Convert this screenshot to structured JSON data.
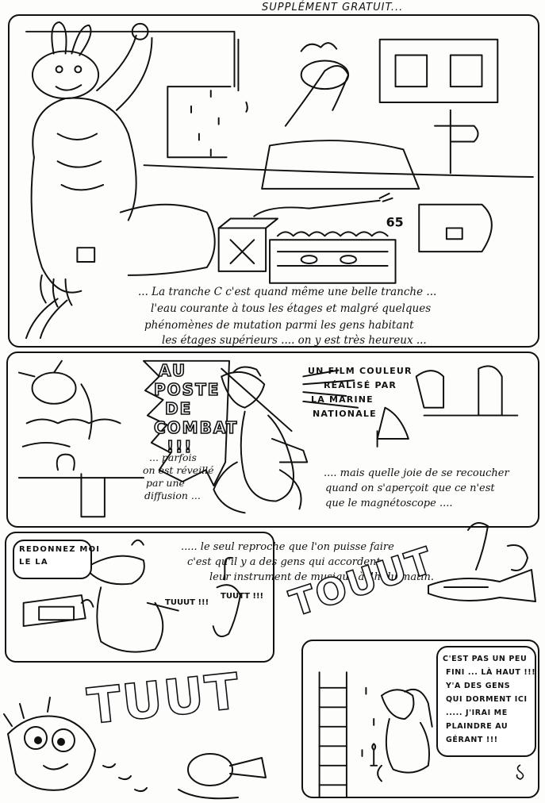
{
  "header": {
    "title": "SUPPLÉMENT GRATUIT..."
  },
  "panel1": {
    "number_label": "65",
    "caption_lines": [
      "... La tranche C c'est quand même une belle tranche ...",
      "l'eau courante à tous les étages et malgré quelques",
      "phénomènes de mutation parmi les gens habitant",
      "les étages supérieurs .... on y est très heureux ..."
    ]
  },
  "panel2": {
    "sfx_lines": [
      "AU",
      "POSTE",
      "DE",
      "COMBAT",
      "!!!"
    ],
    "side_caption_lines": [
      "... parfois",
      "on est réveillé",
      "par une",
      "diffusion ..."
    ],
    "film_caption_lines": [
      "UN FILM COULEUR",
      "RÉALISÉ PAR",
      "LA MARINE",
      "NATIONALE"
    ],
    "bottom_caption_lines": [
      ".... mais quelle joie de se recoucher",
      "quand on s'aperçoit que ce n'est",
      "que le magnétoscope ...."
    ]
  },
  "panel3": {
    "speech_lines": [
      "REDONNEZ MOI",
      "LE LA"
    ],
    "caption_lines": [
      "..... le seul reproche que l'on puisse faire",
      "c'est qu'il y a des gens qui accordent",
      "leur instrument de musique à 4h du matin."
    ],
    "small_sfx": [
      "TUUUT !!!",
      "TUUTT !!!"
    ],
    "big_sfx": "TOUUT"
  },
  "panel4": {
    "big_sfx": "TUUT",
    "speech_lines": [
      "C'EST PAS UN PEU",
      "FINI ... LÀ HAUT !!!",
      "Y'A DES GENS",
      "QUI DORMENT ICI",
      "..... J'IRAI ME",
      "PLAINDRE AU",
      "GÉRANT !!!"
    ]
  },
  "colors": {
    "ink": "#111111",
    "paper": "#fdfdfb"
  }
}
